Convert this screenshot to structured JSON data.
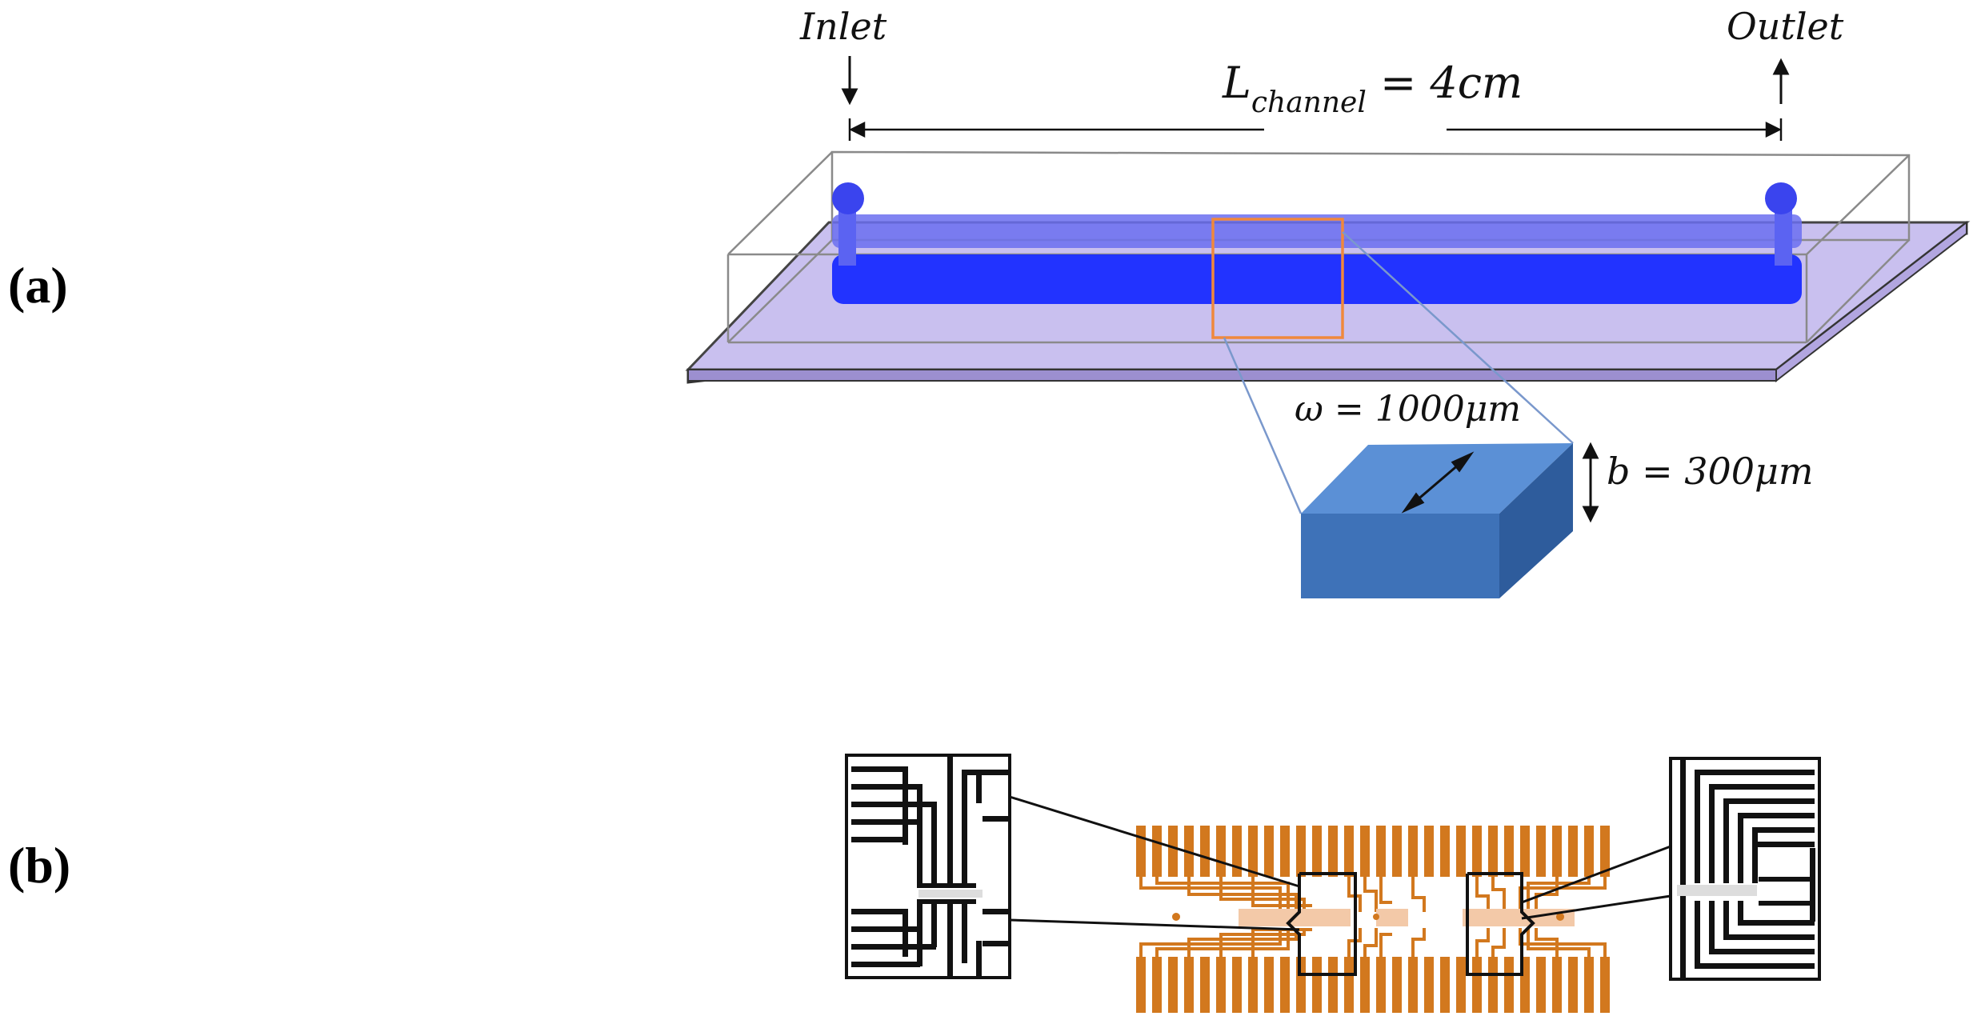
{
  "panels": {
    "a": {
      "label": "(a)"
    },
    "b": {
      "label": "(b)"
    }
  },
  "channel": {
    "inlet_label": "Inlet",
    "outlet_label": "Outlet",
    "length_symbol": "L",
    "length_subscript": "channel",
    "length_value": " = 4cm",
    "width_label": "ω = 1000μm",
    "height_label": "b = 300μm"
  },
  "colors": {
    "channel_blue": "#2233ff",
    "substrate_lavender": "#c9c0ef",
    "zoom_box_orange": "#f0883c",
    "electrode_copper": "#d2781e",
    "cross_section_blue": "#3e72b8"
  }
}
